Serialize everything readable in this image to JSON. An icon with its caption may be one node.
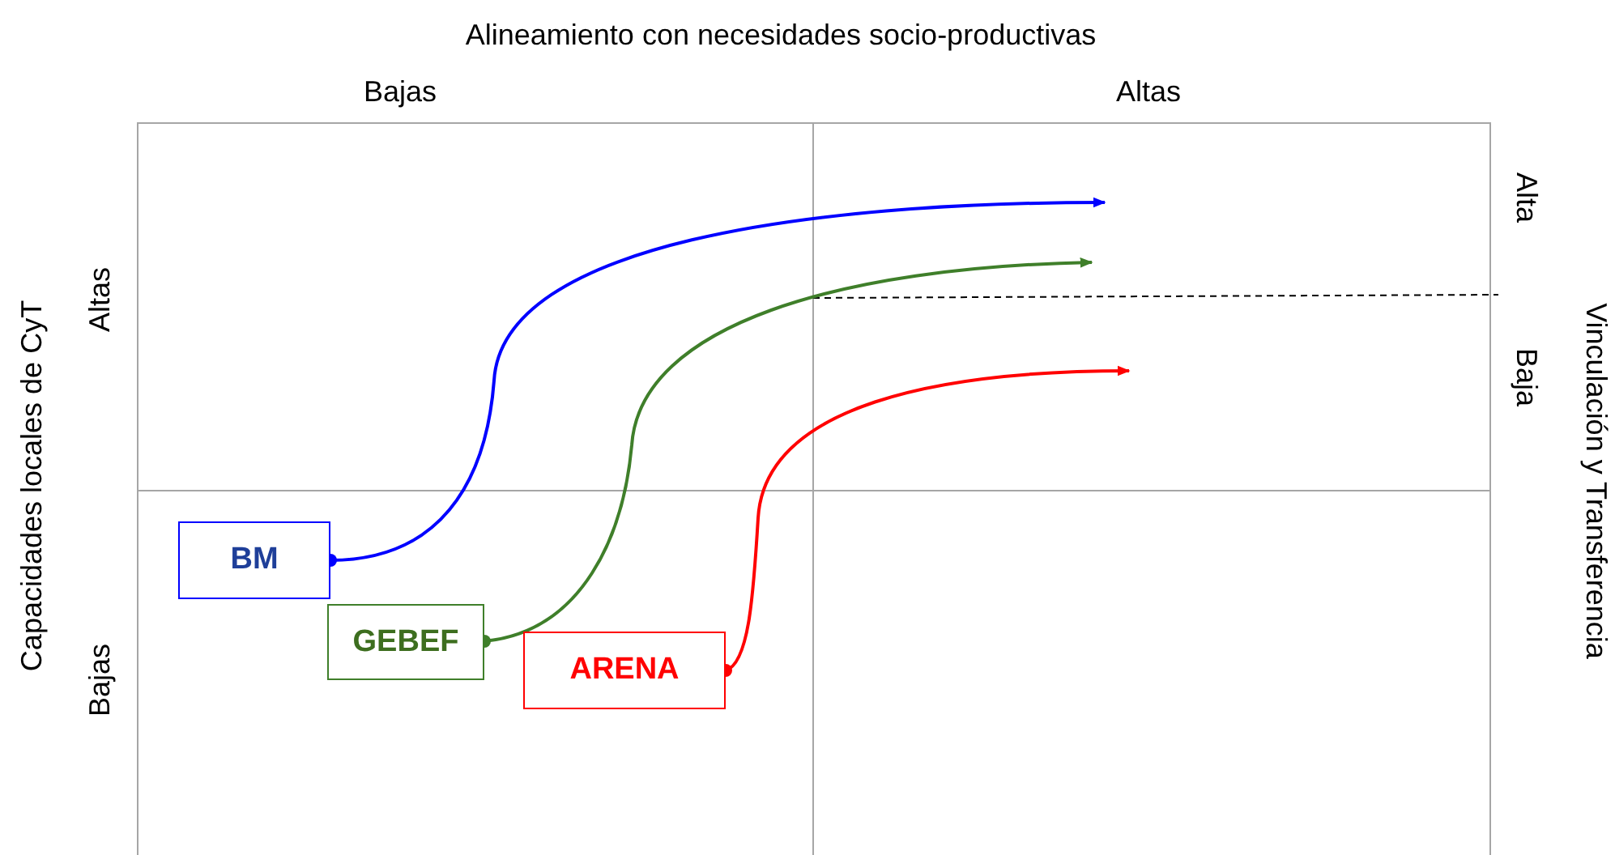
{
  "diagram": {
    "title": "Alineamiento con necesidades socio-productivas",
    "nodes": [
      {
        "text": [
          "BM"
        ]
      },
      {
        "text": [
          "GEBEF"
        ]
      },
      {
        "text": [
          "ARENA"
        ]
      }
    ],
    "edges": [
      {
        "from": 0,
        "to": null,
        "arrow": "to",
        "color": "#0000ff"
      },
      {
        "from": 1,
        "to": null,
        "arrow": "to",
        "color": "#3f7f2a"
      },
      {
        "from": 2,
        "to": null,
        "arrow": "to",
        "color": "#ff0000"
      }
    ],
    "labels": [
      "Bajas",
      "Altas",
      "Capacidades locales de CyT",
      "Altas",
      "Bajas",
      "Alta",
      "Baja",
      "Vinculación y Transferencia"
    ]
  }
}
